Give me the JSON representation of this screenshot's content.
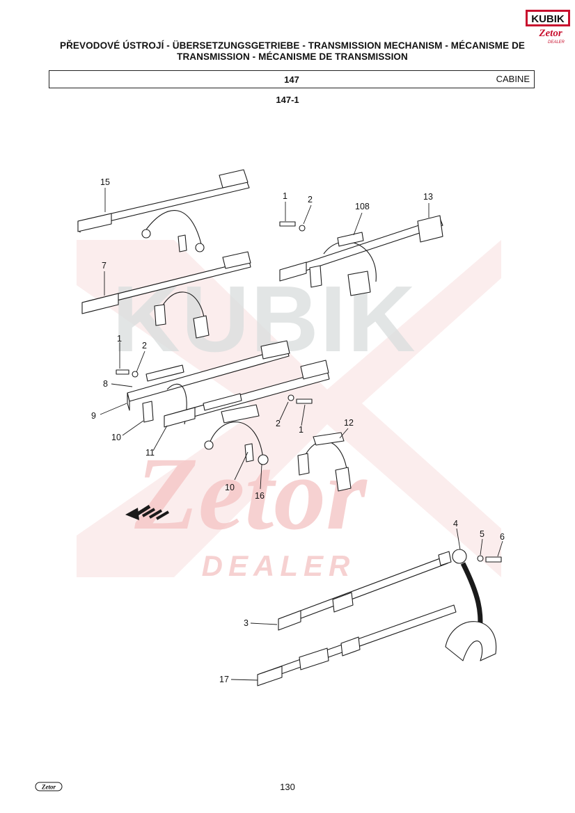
{
  "header": {
    "title_line1": "PŘEVODOVÉ ÚSTROJÍ - ÜBERSETZUNGSGETRIEBE - TRANSMISSION MECHANISM - MÉCANISME DE",
    "title_line2": "TRANSMISSION - MÉCANISME DE TRANSMISSION",
    "section_number": "147",
    "section_name": "CABINE",
    "figure_ref": "147-1"
  },
  "logo": {
    "brand": "KUBIK",
    "sub_brand": "Zetor",
    "sub_label": "DEALER"
  },
  "watermark": {
    "line1": "KUBIK",
    "line2": "Zetor",
    "line3": "DEALER"
  },
  "callouts": [
    "15",
    "1",
    "2",
    "108",
    "13",
    "7",
    "1",
    "2",
    "8",
    "9",
    "10",
    "11",
    "2",
    "1",
    "12",
    "10",
    "16",
    "4",
    "5",
    "6",
    "3",
    "17"
  ],
  "footer": {
    "logo_text": "Zetor",
    "page_number": "130"
  },
  "colors": {
    "watermark_red": "#f5c6c6",
    "watermark_gray": "#d9dddd",
    "line": "#1a1a1a"
  }
}
